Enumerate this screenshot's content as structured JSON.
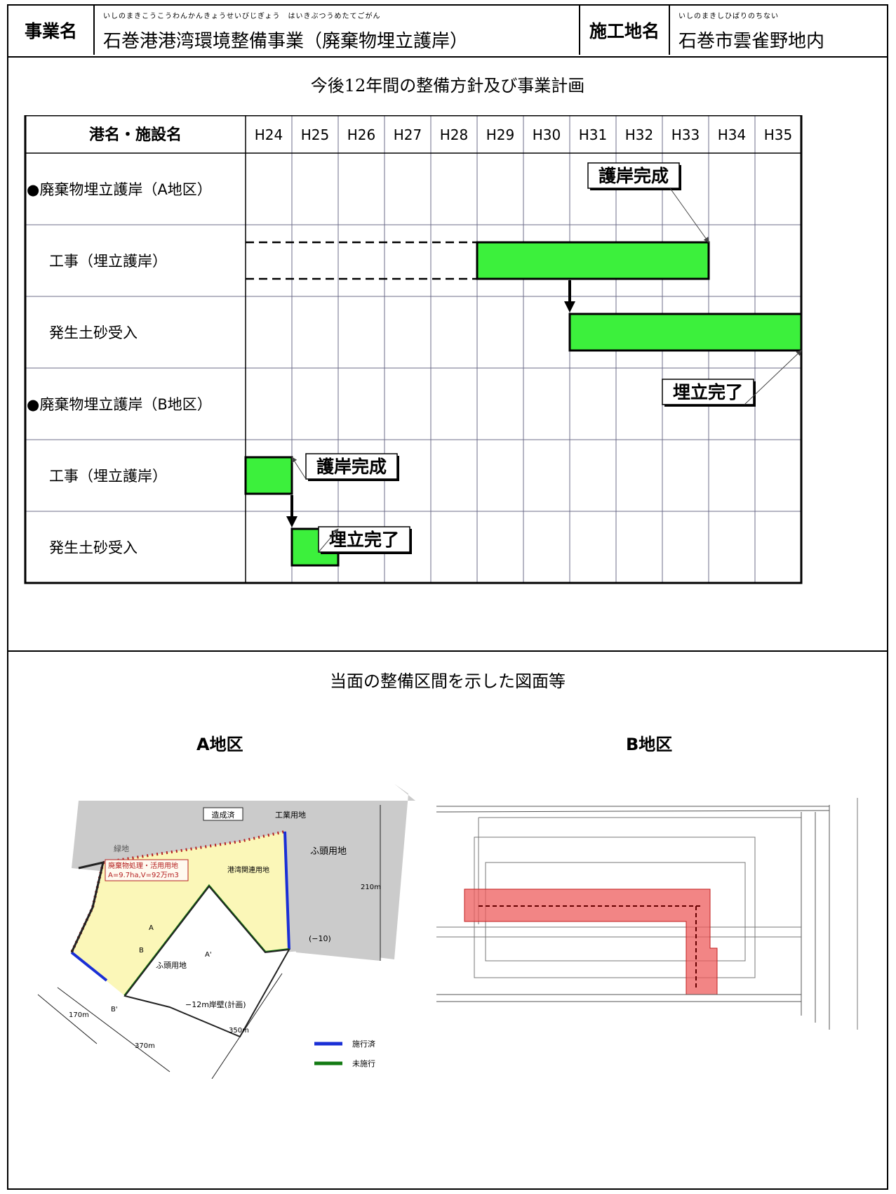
{
  "header": {
    "project_label": "事業名",
    "project_ruby": "いしのまきこうこうわんかんきょうせいびじぎょう　はいきぶつうめたてごがん",
    "project_name": "石巻港港湾環境整備事業（廃棄物埋立護岸）",
    "site_label": "施工地名",
    "site_ruby": "いしのまきしひばりのちない",
    "site_name": "石巻市雲雀野地内"
  },
  "schedule": {
    "section_title": "今後12年間の整備方針及び事業計画",
    "column_header": "港名・施設名",
    "years": [
      "H24",
      "H25",
      "H26",
      "H27",
      "H28",
      "H29",
      "H30",
      "H31",
      "H32",
      "H33",
      "H34",
      "H35"
    ],
    "rows": [
      {
        "label": "●廃棄物埋立護岸（A地区）",
        "indent": false
      },
      {
        "label": "工事（埋立護岸）",
        "indent": true
      },
      {
        "label": "発生土砂受入",
        "indent": true
      },
      {
        "label": "●廃棄物埋立護岸（B地区）",
        "indent": false
      },
      {
        "label": "工事（埋立護岸）",
        "indent": true
      },
      {
        "label": "発生土砂受入",
        "indent": true
      }
    ],
    "bar_color": "#3cf03c",
    "callouts": {
      "a_revetment_done": "護岸完成",
      "a_fill_done": "埋立完了",
      "b_revetment_done": "護岸完成",
      "b_fill_done": "埋立完了"
    }
  },
  "chart_data": {
    "type": "table",
    "title": "今後12年間の整備方針及び事業計画",
    "categories": [
      "H24",
      "H25",
      "H26",
      "H27",
      "H28",
      "H29",
      "H30",
      "H31",
      "H32",
      "H33",
      "H34",
      "H35"
    ],
    "series": [
      {
        "name": "工事（埋立護岸）",
        "group": "●廃棄物埋立護岸（A地区）",
        "planned_start": "H24",
        "start": "H29",
        "end": "H33"
      },
      {
        "name": "発生土砂受入",
        "group": "●廃棄物埋立護岸（A地区）",
        "start": "H31",
        "end": "H35"
      },
      {
        "name": "工事（埋立護岸）",
        "group": "●廃棄物埋立護岸（B地区）",
        "start": "H24",
        "end": "H24"
      },
      {
        "name": "発生土砂受入",
        "group": "●廃棄物埋立護岸（B地区）",
        "start": "H25",
        "end": "H25"
      }
    ]
  },
  "maps": {
    "section_title": "当面の整備区間を示した図面等",
    "a_title": "A地区",
    "b_title": "B地区",
    "a_labels": {
      "done": "造成済",
      "industrial": "工業用地",
      "green": "緑地",
      "waste_use": "廃棄物処理・活用用地",
      "waste_spec": "A=9.7ha,V=92万m3",
      "port_related": "港湾関連用地",
      "wharf_land_top": "ふ頭用地",
      "wharf_land": "ふ頭用地",
      "quay": "−12m岸壁(計画)",
      "depth": "(−10)",
      "d210": "210m",
      "d170": "170m",
      "d370": "370m",
      "d350": "350m",
      "sec_a": "A",
      "sec_a2": "A'",
      "sec_b": "B",
      "sec_b2": "B'",
      "legend_done": "施行済",
      "legend_todo": "未施行"
    },
    "colors": {
      "done": "#1a2fd6",
      "todo": "#127a12",
      "yellow": "#fbf7b8",
      "gray": "#cbcbcb",
      "red": "#ee5c5c"
    }
  }
}
